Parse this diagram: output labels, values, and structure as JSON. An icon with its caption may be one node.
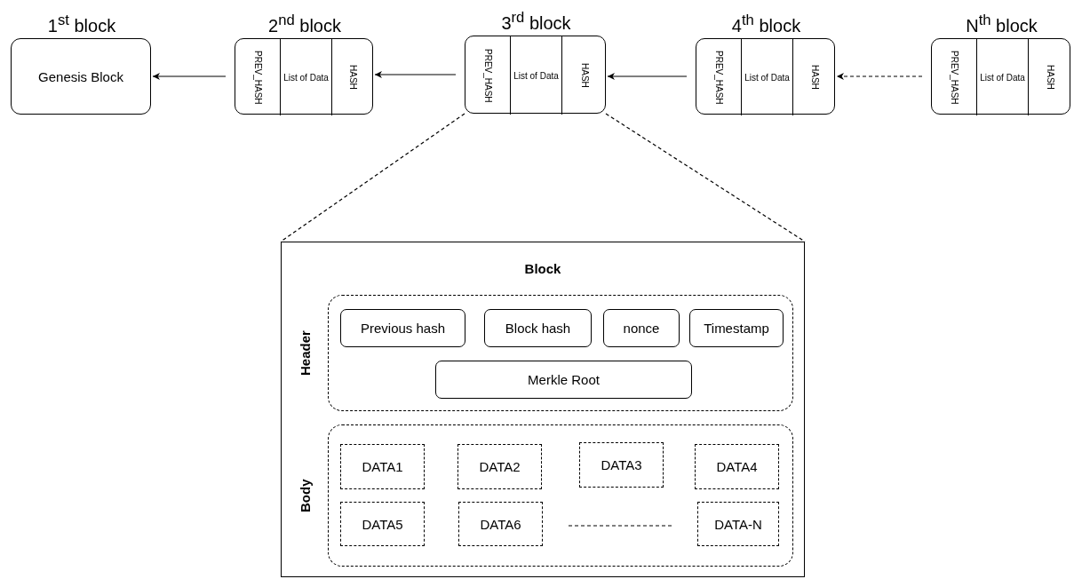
{
  "diagram": {
    "nodes": [
      {
        "text": [
          "1$^{st}$ block",
          "Genesis Block"
        ]
      },
      {
        "text": [
          "2$^{nd}$ block"
        ]
      },
      {
        "text": [
          "PREV_HASH"
        ],
        "in": 1
      },
      {
        "text": [
          "List of Data"
        ],
        "in": 1
      },
      {
        "text": [
          "HASH"
        ],
        "in": 1
      },
      {
        "text": [
          "3$^{rd}$ block"
        ]
      },
      {
        "text": [
          "PREV_HASH"
        ],
        "in": 5
      },
      {
        "text": [
          "List of Data"
        ],
        "in": 5
      },
      {
        "text": [
          "HASH"
        ],
        "in": 5
      },
      {
        "text": [
          "4$^{th}$ block"
        ]
      },
      {
        "text": [
          "PREV_HASH"
        ],
        "in": 9
      },
      {
        "text": [
          "List of Data"
        ],
        "in": 9
      },
      {
        "text": [
          "HASH"
        ],
        "in": 9
      },
      {
        "text": [
          "N$^{th}$ block"
        ]
      },
      {
        "text": [
          "PREV_HASH"
        ],
        "in": 13
      },
      {
        "text": [
          "List of Data"
        ],
        "in": 13
      },
      {
        "text": [
          "HASH"
        ],
        "in": 13
      },
      {
        "text": [
          "Block"
        ]
      },
      {
        "text": [
          "Header"
        ],
        "in": 17
      },
      {
        "text": [
          "Previous hash"
        ],
        "in": 18
      },
      {
        "text": [
          "Block hash"
        ],
        "in": 18
      },
      {
        "text": [
          "nonce"
        ],
        "in": 18
      },
      {
        "text": [
          "Timestamp"
        ],
        "in": 18
      },
      {
        "text": [
          "Merkle Root"
        ],
        "in": 18
      },
      {
        "text": [
          "Body"
        ],
        "in": 17
      },
      {
        "text": [
          "DATA1"
        ],
        "in": 24
      },
      {
        "text": [
          "DATA2"
        ],
        "in": 24
      },
      {
        "text": [
          "DATA3"
        ],
        "in": 24
      },
      {
        "text": [
          "DATA4"
        ],
        "in": 24
      },
      {
        "text": [
          "DATA5"
        ],
        "in": 24
      },
      {
        "text": [
          "DATA6"
        ],
        "in": 24
      },
      {
        "text": [
          "DATA-N"
        ],
        "in": 24
      }
    ],
    "edges": [
      {
        "from": 1,
        "to": 0,
        "arrow": "to"
      },
      {
        "from": 5,
        "to": 1,
        "arrow": "to"
      },
      {
        "from": 9,
        "to": 5,
        "arrow": "to"
      },
      {
        "from": 13,
        "to": 9,
        "arrow": "to",
        "style": "dashed"
      },
      {
        "from": 5,
        "to": 17,
        "arrow": "none",
        "style": "dashed"
      },
      {
        "from": 5,
        "to": 17,
        "arrow": "none",
        "style": "dashed"
      }
    ]
  }
}
